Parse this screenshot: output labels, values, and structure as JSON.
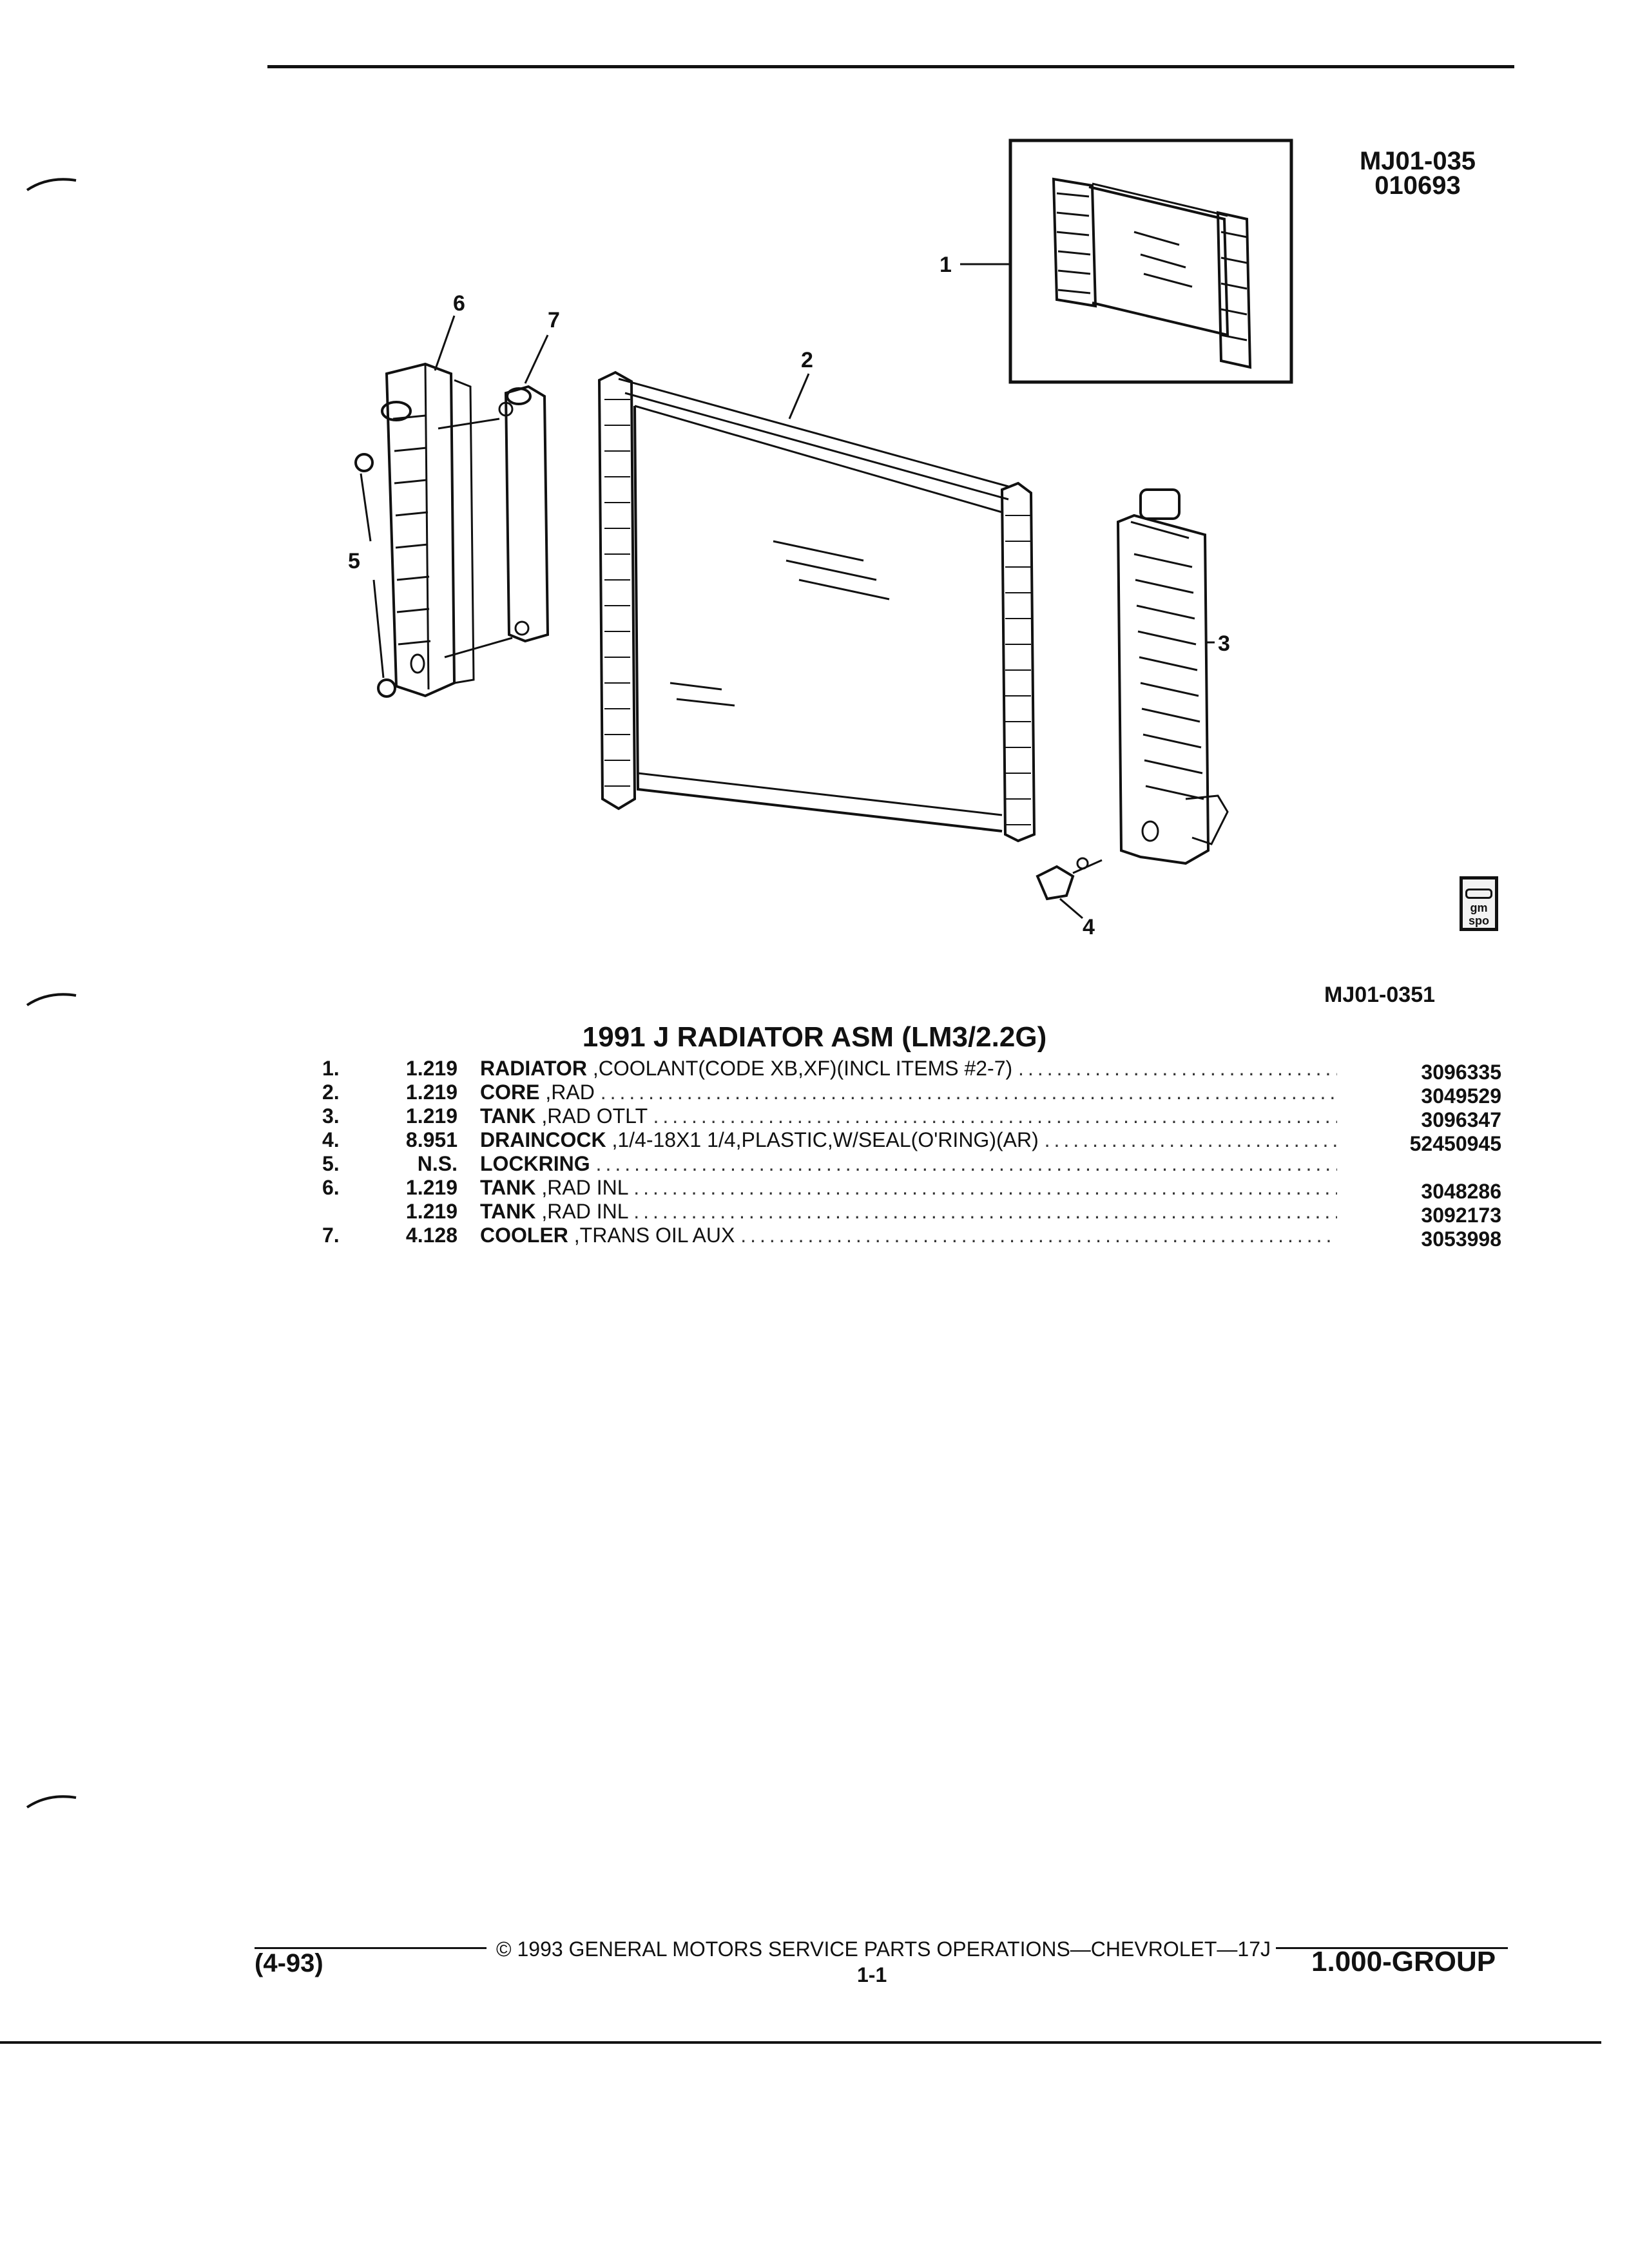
{
  "header": {
    "ref_code": "MJ01-035",
    "ref_date": "010693"
  },
  "illustration": {
    "figure_id": "MJ01-0351",
    "logo_text": [
      "gm",
      "spo"
    ],
    "callouts": [
      "1",
      "2",
      "3",
      "4",
      "5",
      "6",
      "7"
    ]
  },
  "section": {
    "title": "1991 J RADIATOR ASM (LM3/2.2G)"
  },
  "parts": [
    {
      "num": "1.",
      "code": "1.219",
      "name": "RADIATOR",
      "desc": " ,COOLANT(CODE XB,XF)(INCL ITEMS #2-7)",
      "part_no": "3096335"
    },
    {
      "num": "2.",
      "code": "1.219",
      "name": "CORE",
      "desc": " ,RAD",
      "part_no": "3049529"
    },
    {
      "num": "3.",
      "code": "1.219",
      "name": "TANK",
      "desc": " ,RAD OTLT",
      "part_no": "3096347"
    },
    {
      "num": "4.",
      "code": "8.951",
      "name": "DRAINCOCK",
      "desc": " ,1/4-18X1 1/4,PLASTIC,W/SEAL(O'RING)(AR)",
      "part_no": "52450945"
    },
    {
      "num": "5.",
      "code": "N.S.",
      "name": "LOCKRING",
      "desc": "",
      "part_no": ""
    },
    {
      "num": "6.",
      "code": "1.219",
      "name": "TANK",
      "desc": " ,RAD INL",
      "part_no": "3048286"
    },
    {
      "num": "",
      "code": "1.219",
      "name": "TANK",
      "desc": " ,RAD INL",
      "part_no": "3092173"
    },
    {
      "num": "7.",
      "code": "4.128",
      "name": "COOLER",
      "desc": " ,TRANS OIL AUX",
      "part_no": "3053998"
    }
  ],
  "footer": {
    "copyright": "© 1993 GENERAL MOTORS SERVICE PARTS OPERATIONS—CHEVROLET—17J",
    "date_code": "(4-93)",
    "page": "1-1",
    "group": "1.000-GROUP"
  }
}
